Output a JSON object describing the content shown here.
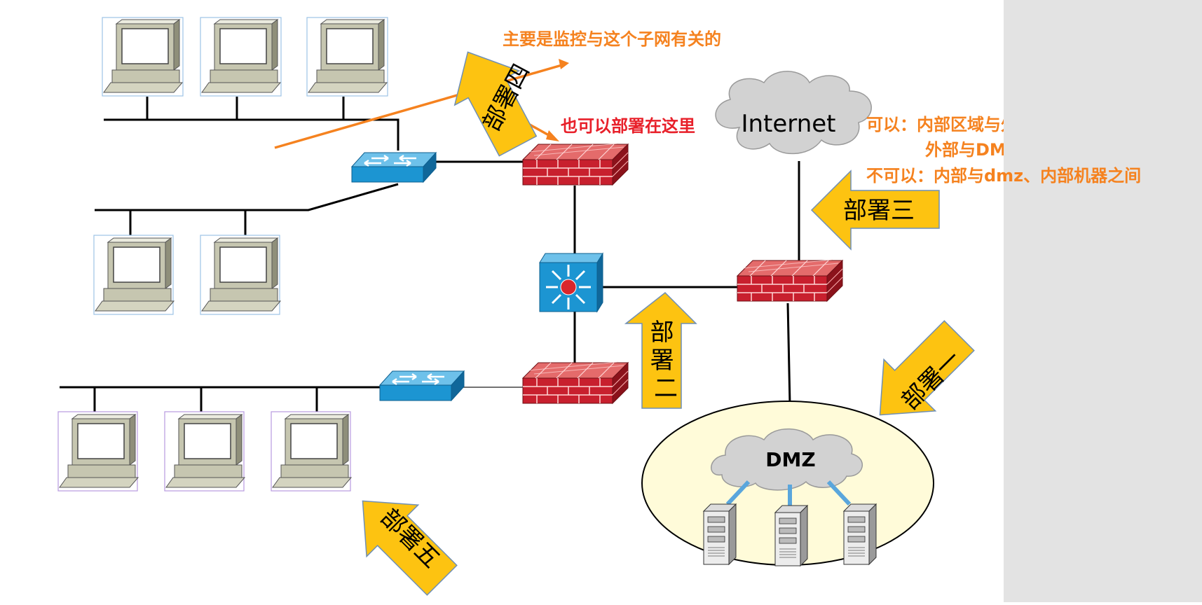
{
  "labels": {
    "note_top": "主要是监控与这个子网有关的",
    "note_firewall": "也可以部署在这里",
    "internet": "Internet",
    "dmz": "DMZ",
    "can_line1": "可以：内部区域与外部区域",
    "can_line2": "外部与DMZ",
    "cannot_line": "不可以：内部与dmz、内部机器之间",
    "deploy1": "部署一",
    "deploy2": "部署二",
    "deploy3": "部署三",
    "deploy4": "部署四",
    "deploy5": "部署五"
  },
  "colors": {
    "arrow_fill": "#fdc311",
    "arrow_stroke": "#6f8fb5",
    "note_orange": "#f5821f",
    "note_red": "#e8202a",
    "firewall_red": "#c8202e",
    "switch_blue": "#1c95d2",
    "dmz_ellipse": "#fffbd9",
    "cloud_gray": "#d2d2d2"
  },
  "icons": [
    "computer-icon",
    "switch-icon",
    "router-icon",
    "firewall-icon",
    "cloud-icon",
    "server-icon"
  ]
}
